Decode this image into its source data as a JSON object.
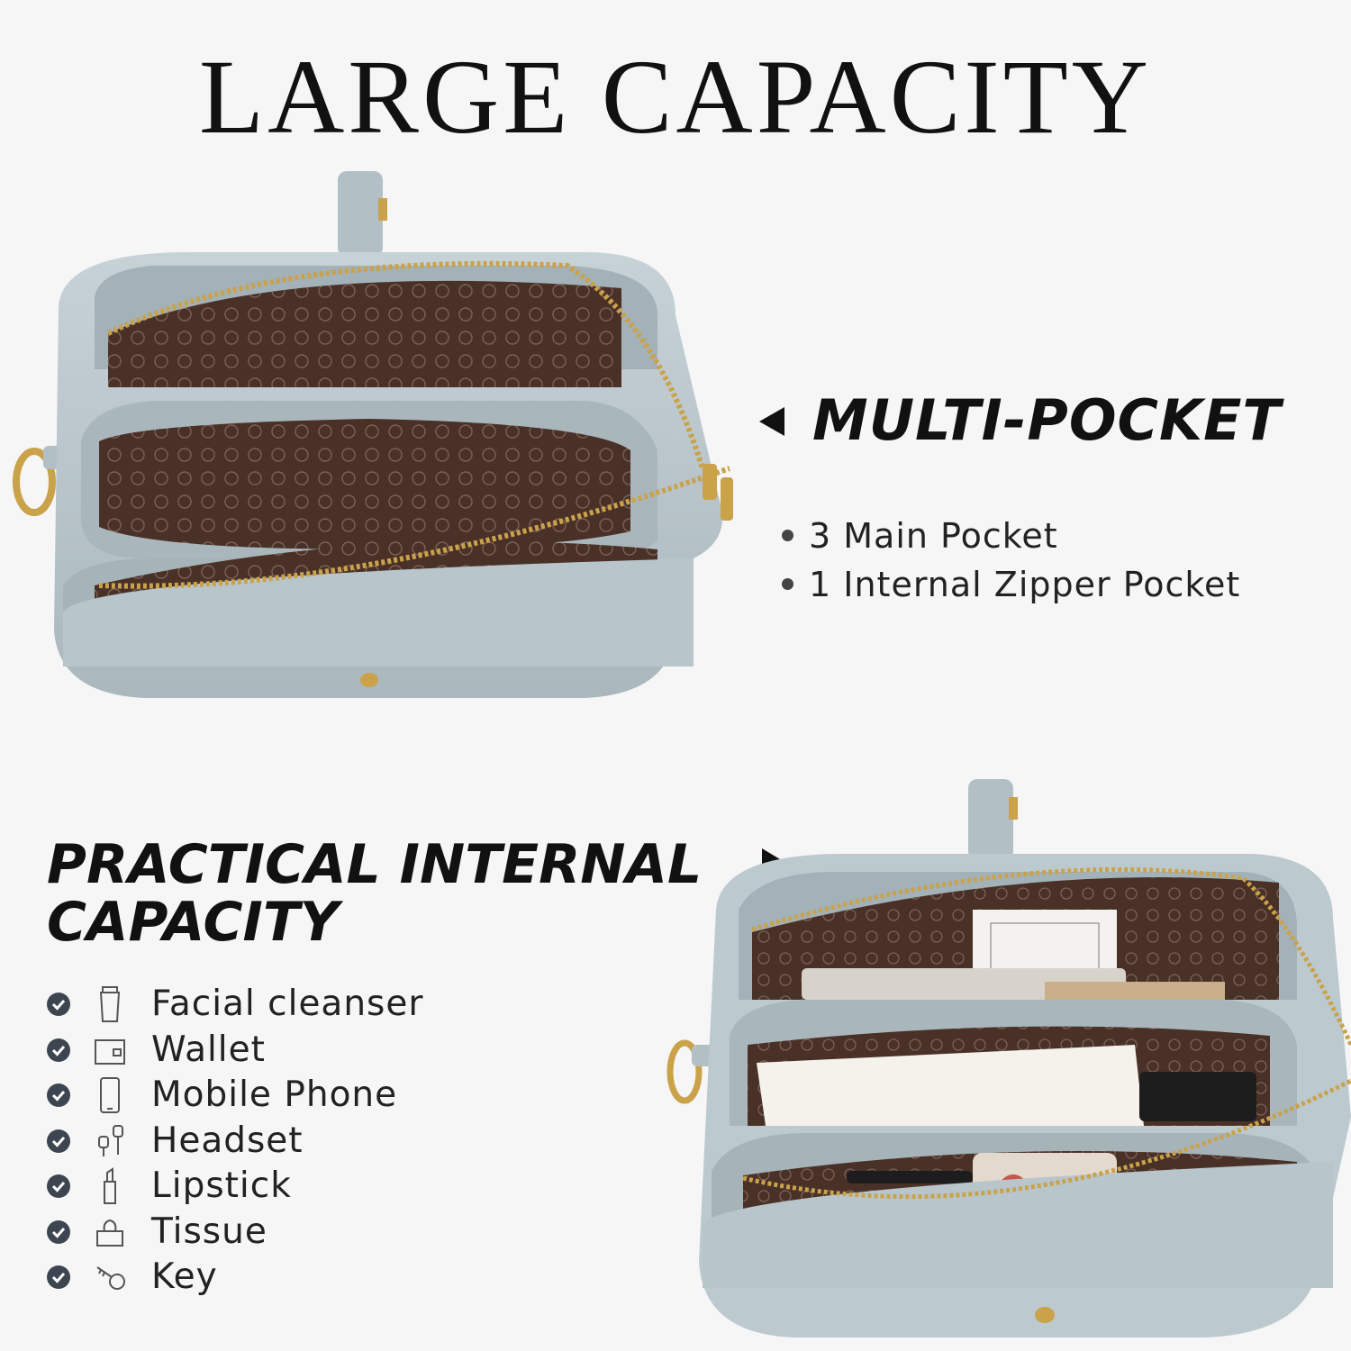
{
  "title": "LARGE CAPACITY",
  "multi_pocket": {
    "heading": "MULTI-POCKET",
    "bullets": [
      "3 Main Pocket",
      "1 Internal Zipper Pocket"
    ]
  },
  "internal": {
    "heading": "PRACTICAL INTERNAL CAPACITY",
    "items": [
      {
        "label": "Facial cleanser",
        "icon": "tube-icon"
      },
      {
        "label": "Wallet",
        "icon": "wallet-icon"
      },
      {
        "label": "Mobile Phone",
        "icon": "phone-icon"
      },
      {
        "label": "Headset",
        "icon": "headset-icon"
      },
      {
        "label": "Lipstick",
        "icon": "lipstick-icon"
      },
      {
        "label": "Tissue",
        "icon": "tissue-icon"
      },
      {
        "label": "Key",
        "icon": "key-icon"
      }
    ]
  },
  "colors": {
    "background": "#f6f6f6",
    "bag_leather": "#b9c6cc",
    "lining": "#4a3128",
    "zipper": "#c9a24a"
  }
}
